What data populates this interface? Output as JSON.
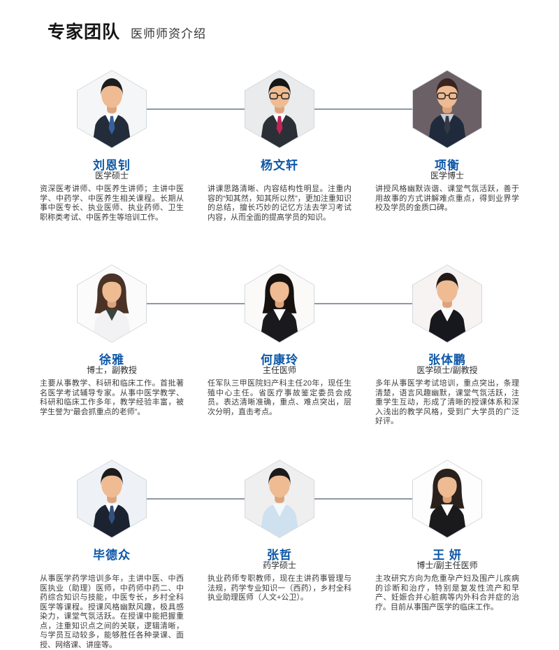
{
  "page": {
    "accent_blue": "#0d57a7",
    "connector_line_color": "#8e99a4",
    "background": "#ffffff"
  },
  "header": {
    "title": "专家团队",
    "subtitle": "医师师资介绍"
  },
  "members": [
    {
      "name": "刘恩钊",
      "title": "医学硕士",
      "desc": "资深医考讲师、中医养生讲师；主讲中医学、中药学、中医养生相关课程。长期从事中医专长、执业医师、执业药师、卫生职称类考试、中医养生等培训工作。"
    },
    {
      "name": "杨文轩",
      "title": "",
      "desc": "讲课思路清晰、内容结构性明显。注重内容的“知其然，知其所以然”，更加注重知识的总结，擅长巧妙的记忆方法去学习考试内容，从而全面的提高学员的知识。"
    },
    {
      "name": "项衡",
      "title": "医学博士",
      "desc": "讲授风格幽默诙谐、课堂气氛活跃，善于用故事的方式讲解难点重点，得到业界学校及学员的金质口碑。"
    },
    {
      "name": "徐雅",
      "title": "博士，副教授",
      "desc": "主要从事教学、科研和临床工作。首批著名医学考试辅导专家。从事中医学教学、科研和临床工作多年，教学经验丰富，被学生誉为“最会抓重点的老师”。"
    },
    {
      "name": "何康玲",
      "title": "主任医师",
      "desc": "任军队三甲医院妇产科主任20年，现任生殖中心主任。省医疗事故鉴定委员会成员。表达清晰准确，重点、难点突出，层次分明，直击考点。"
    },
    {
      "name": "张体鹏",
      "title": "医学硕士/副教授",
      "desc": "多年从事医学考试培训，重点突出，条理清楚，语言风趣幽默，课堂气氛活跃，注重学生互动，形成了清晰的授课体系和深入浅出的教学风格，受到广大学员的广泛好评。"
    },
    {
      "name": "毕德众",
      "title": "",
      "desc": "从事医学药学培训多年，主讲中医、中西医执业（助理）医师，中药师中药二、中药综合知识与技能，中医专长，乡村全科医学等课程。授课风格幽默风趣，极具感染力，课堂气氛活跃。在授课中能把握重点，注重知识点之间的关联，逻辑清晰，与学员互动较多，能够胜任各种录课、面授、网络课、讲座等。"
    },
    {
      "name": "张哲",
      "title": "药学硕士",
      "desc": "执业药师专职教师，现在主讲药事管理与法规，药学专业知识一（西药），乡村全科执业助理医师（人文+公卫）。"
    },
    {
      "name": "王 妍",
      "title": "博士/副主任医师",
      "desc": "主攻研究方向为危重孕产妇及围产儿疾病的诊断和治疗，特别是复发性流产和早产、妊娠合并心脏病等内外科合并症的治疗。目前从事围产医学的临床工作。"
    }
  ]
}
